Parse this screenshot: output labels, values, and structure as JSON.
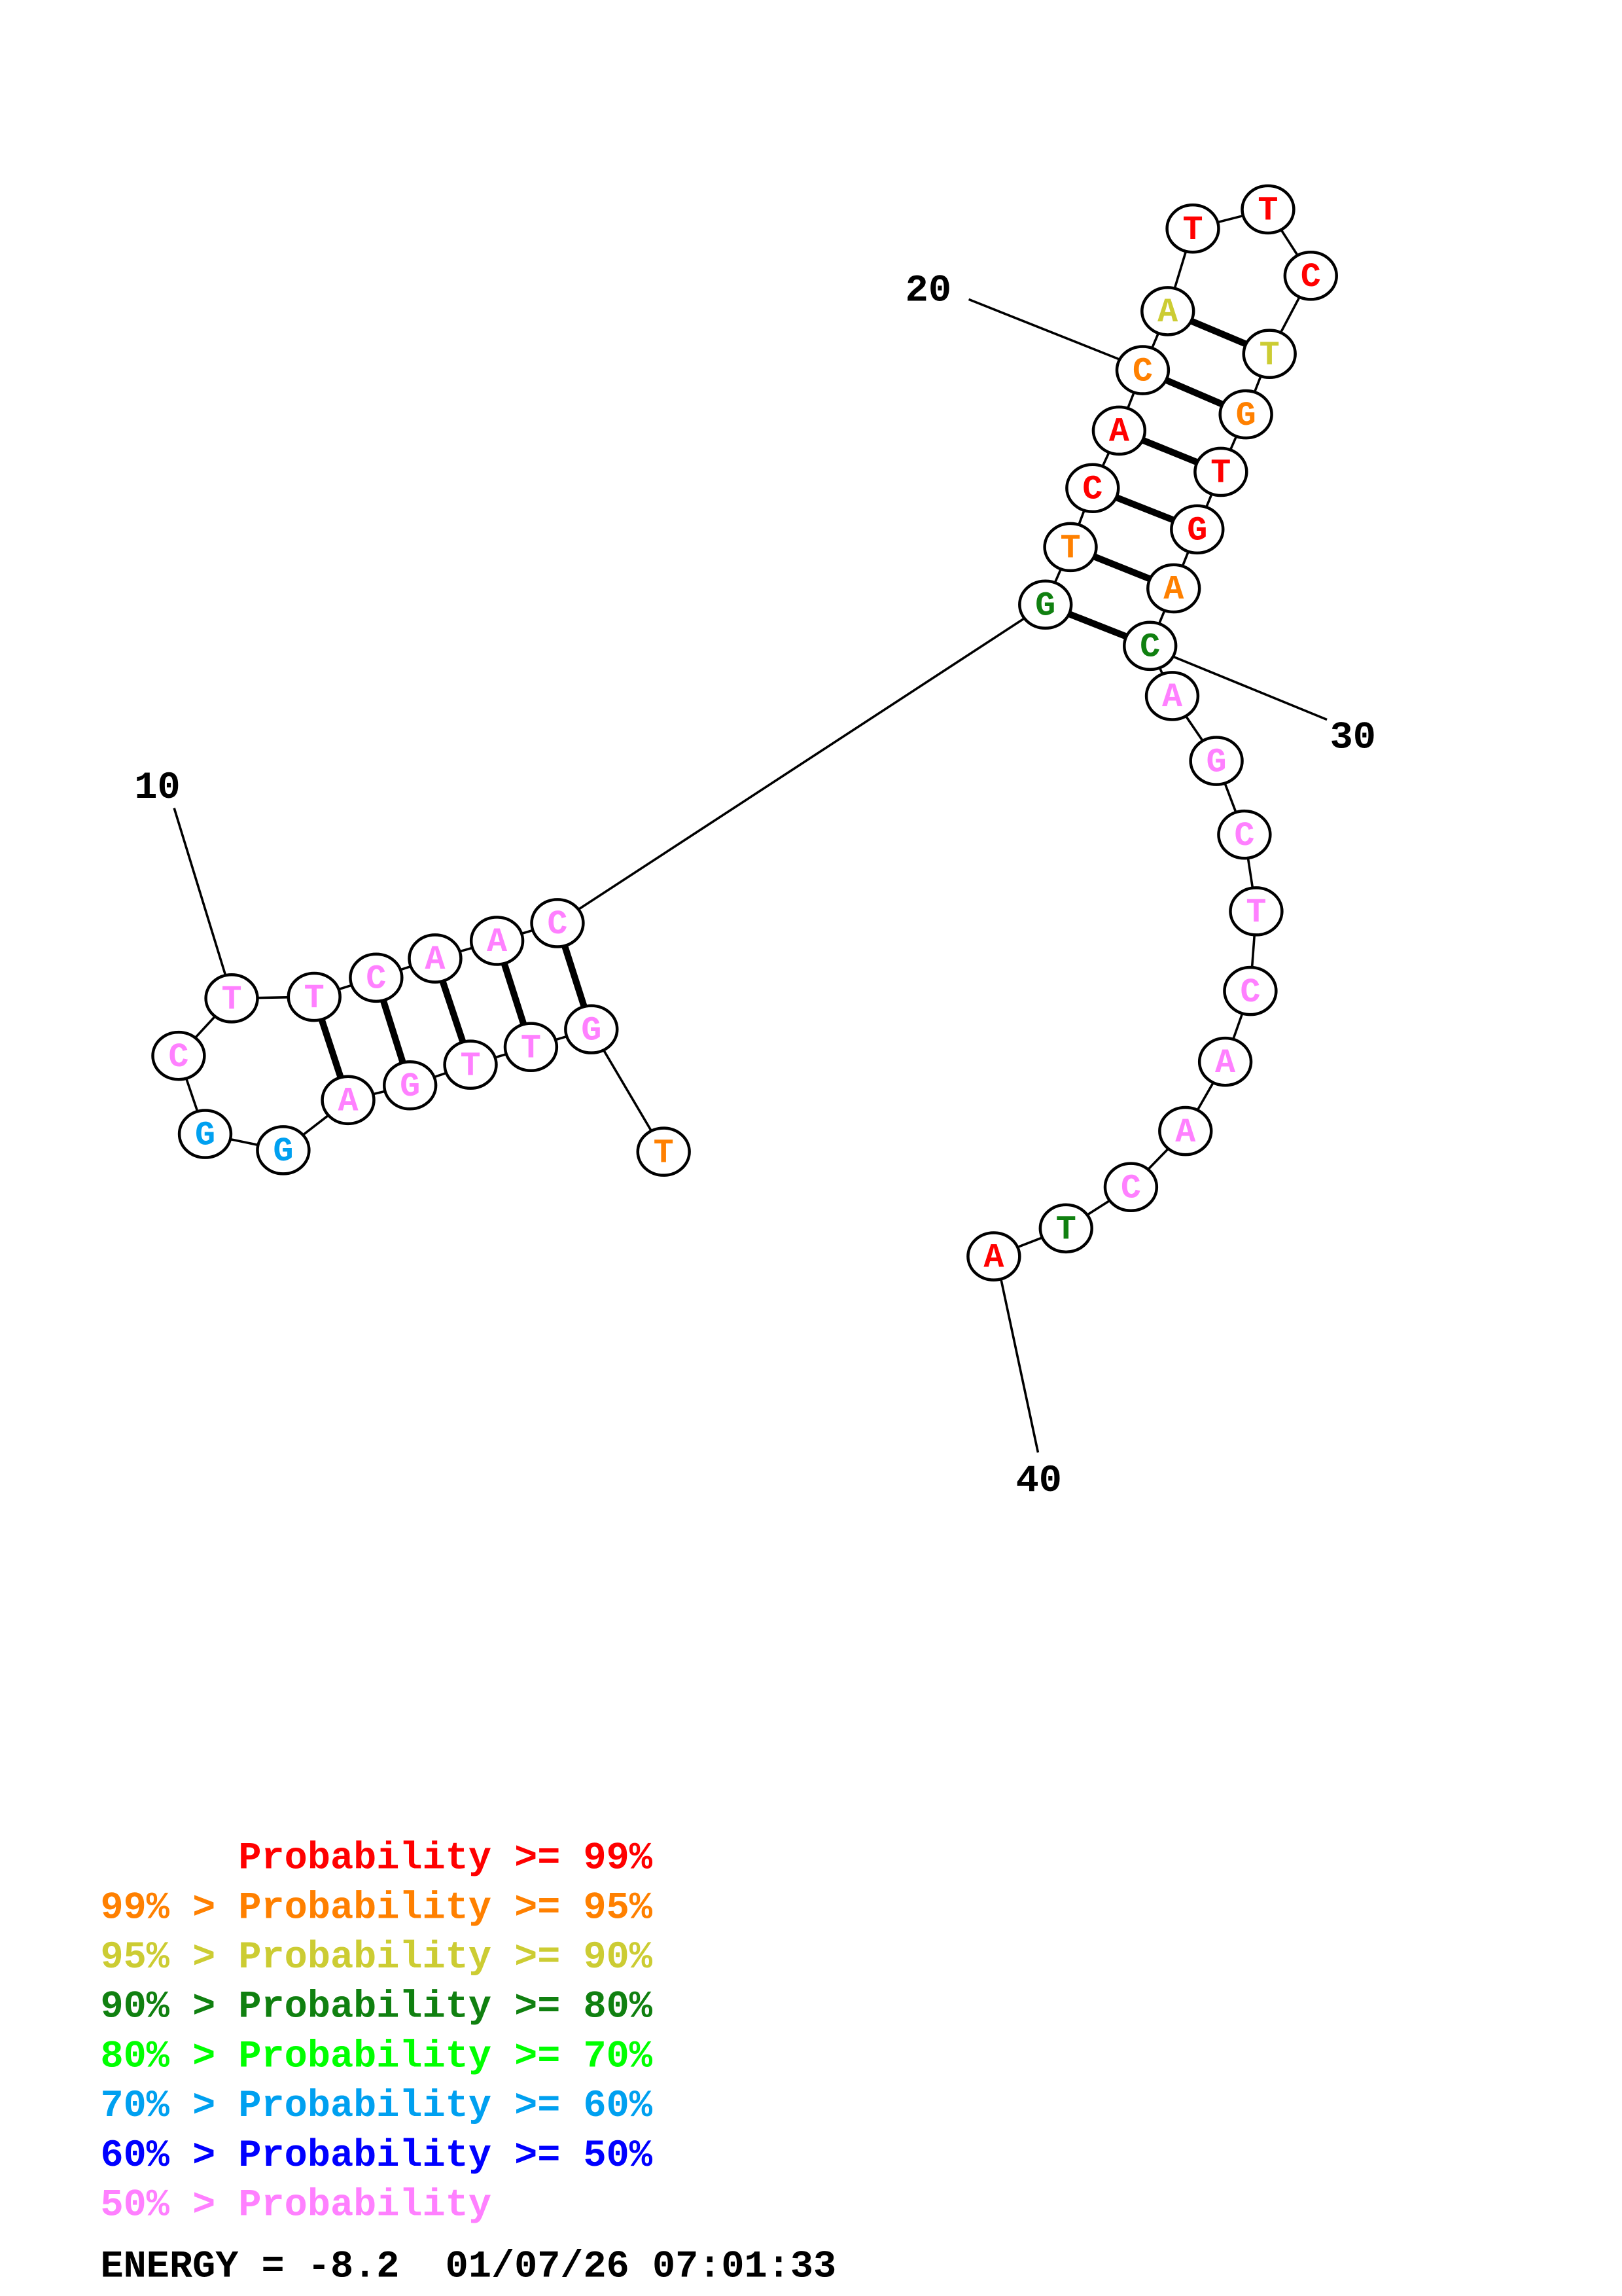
{
  "structure": {
    "sequence": "TGTTGAGGCTTCAACGTCACATTCTGTGACAGCTCAACTA",
    "base_probability_class": [
      1,
      7,
      7,
      7,
      7,
      7,
      5,
      5,
      7,
      7,
      7,
      7,
      7,
      7,
      7,
      3,
      1,
      0,
      0,
      1,
      2,
      0,
      0,
      0,
      2,
      1,
      0,
      0,
      1,
      3,
      7,
      7,
      7,
      7,
      7,
      7,
      7,
      7,
      3,
      0
    ],
    "pairs": [
      [
        2,
        15
      ],
      [
        3,
        14
      ],
      [
        4,
        13
      ],
      [
        5,
        12
      ],
      [
        6,
        11
      ],
      [
        16,
        30
      ],
      [
        17,
        29
      ],
      [
        18,
        28
      ],
      [
        19,
        27
      ],
      [
        20,
        26
      ],
      [
        21,
        25
      ]
    ],
    "number_labels": [
      "10",
      "20",
      "30",
      "40"
    ]
  },
  "legend": {
    "colors": [
      "#ff0000",
      "#ff8000",
      "#cccc33",
      "#108010",
      "#00ff00",
      "#00a0f0",
      "#0000ff",
      "#ff80ff"
    ],
    "lines": [
      "      Probability >= 99%",
      "99% > Probability >= 95%",
      "95% > Probability >= 90%",
      "90% > Probability >= 80%",
      "80% > Probability >= 70%",
      "70% > Probability >= 60%",
      "60% > Probability >= 50%",
      "50% > Probability"
    ]
  },
  "footer": {
    "energy_text": "ENERGY = -8.2  01/07/26 07:01:33"
  }
}
